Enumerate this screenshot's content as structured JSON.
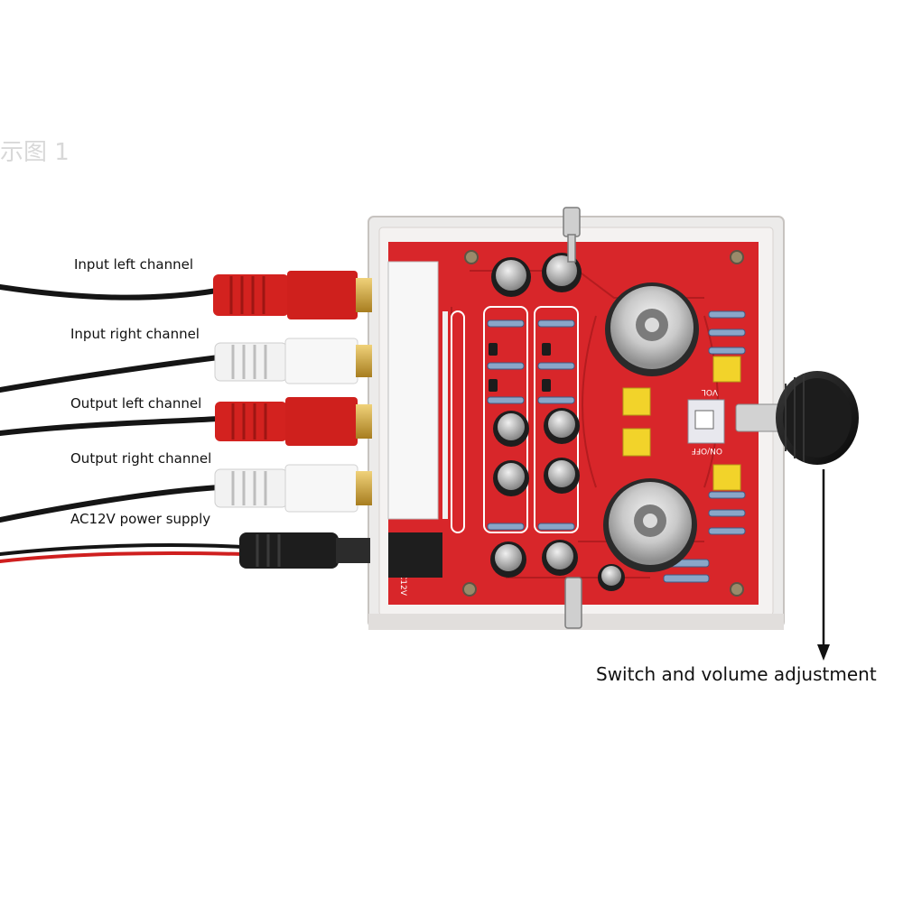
{
  "labels": {
    "input_left": "Input left channel",
    "input_right": "Input right channel",
    "output_left": "Output left channel",
    "output_right": "Output right channel",
    "power": "AC12V power supply",
    "switch_volume": "Switch and volume adjustment"
  },
  "watermark": "示图 1",
  "board_markings": {
    "vol": "VOL",
    "on_off": "ON/OFF",
    "ac12v": "AC12V"
  },
  "colors": {
    "pcb": "#d8262a",
    "acrylic": "#e9e6e4",
    "rca_red": "#d3221f",
    "rca_white": "#f2f2f2",
    "cable": "#151515",
    "power_red_wire": "#cf1f1f",
    "knob": "#1a1a1a",
    "gold_pin": "#c9a23a"
  }
}
